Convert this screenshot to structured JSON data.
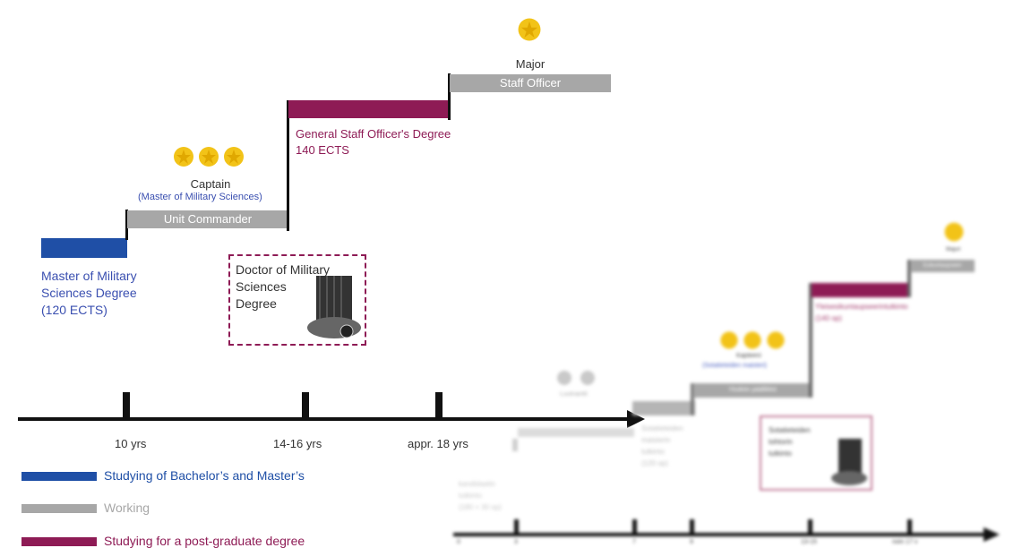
{
  "colors": {
    "blue": "#1f4fa6",
    "grey": "#a7a7a7",
    "maroon": "#8e1b55",
    "star": "#f2c318",
    "axis": "#111111"
  },
  "english": {
    "master_degree": [
      "Master of Military",
      "Sciences Degree",
      "(120 ECTS)"
    ],
    "unit_commander": "Unit Commander",
    "captain": "Captain",
    "captain_sub": "(Master of Military Sciences)",
    "general_staff": [
      "General Staff Officer's Degree",
      "140 ECTS"
    ],
    "major": "Major",
    "staff_officer": "Staff Officer",
    "doctor": [
      "Doctor of Military",
      "Sciences",
      "Degree"
    ],
    "ticks": [
      "10 yrs",
      "14-16 yrs",
      "appr. 18 yrs"
    ]
  },
  "legend": {
    "studying_bm": "Studying of Bachelor’s and Master’s",
    "working": "Working",
    "postgrad": "Studying for a post-graduate degree"
  },
  "finnish": {
    "luutnantti": "Luutnantti",
    "kapteeni": "Kapteeni",
    "kapteeni_sub": "(Sotatieteiden maisteri)",
    "yksikon_paallikko": "Yksikön päällikkö",
    "yleisesikunta": [
      "Yleisesikuntaupseerintutkinto",
      "(140 op)"
    ],
    "majuri": "Majuri",
    "esikuntaupseeri": "Esikuntaupseeri",
    "kandidaatti": [
      "kandidaatin",
      "tutkinto",
      "(180 + 30 op)"
    ],
    "maisteri": [
      "Sotatieteiden",
      "maisterin",
      "tutkinto",
      "(120 op)"
    ],
    "tohtori": [
      "Sotatieteiden",
      "tohtorin",
      "tutkinto"
    ],
    "ticks": [
      "0",
      "3",
      "7",
      "9",
      "13-15",
      "noin 17 v"
    ]
  }
}
